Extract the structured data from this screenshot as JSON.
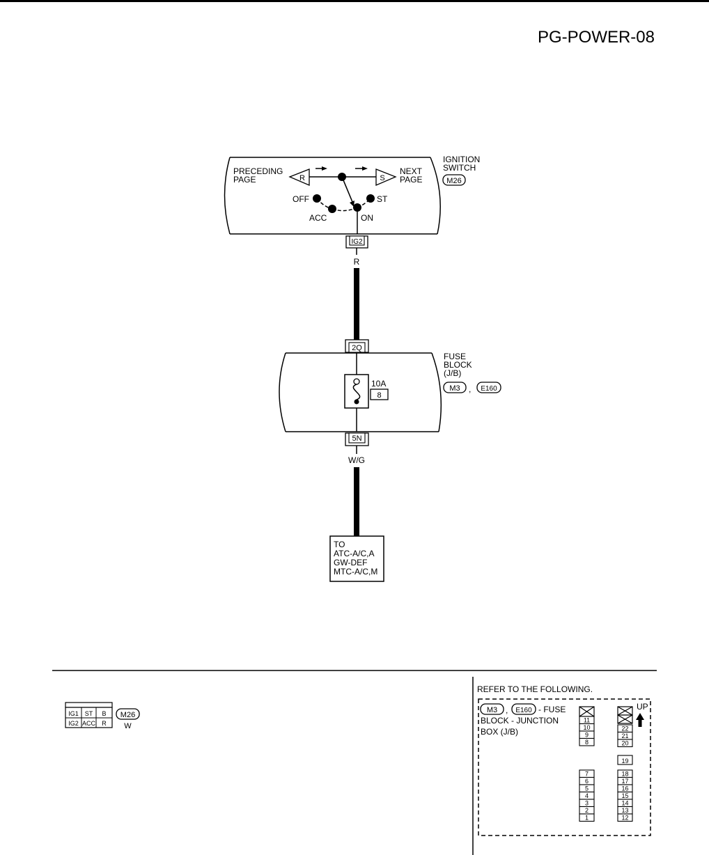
{
  "page_code": "PG-POWER-08",
  "ignition_switch": {
    "title_line1": "IGNITION",
    "title_line2": "SWITCH",
    "connector": "M26",
    "preceding_line1": "PRECEDING",
    "preceding_line2": "PAGE",
    "next_line1": "NEXT",
    "next_line2": "PAGE",
    "ref_left": "R",
    "ref_right": "S",
    "positions": {
      "off": "OFF",
      "acc": "ACC",
      "on": "ON",
      "st": "ST"
    },
    "terminal": "IG2"
  },
  "wire_top": {
    "color_code": "R"
  },
  "fuse_block": {
    "title_line1": "FUSE",
    "title_line2": "BLOCK",
    "title_line3": "(J/B)",
    "connector_a": "M3",
    "connector_b": "E160",
    "separator": ",",
    "terminal_in": "2Q",
    "terminal_out": "5N",
    "fuse_rating": "10A",
    "fuse_number": "8"
  },
  "wire_bottom": {
    "color_code": "W/G"
  },
  "destination": {
    "line1": "TO",
    "line2": "ATC-A/C,A",
    "line3": "GW-DEF",
    "line4": "MTC-A/C,M"
  },
  "connector_view": {
    "top_row": [
      "IG1",
      "ST",
      "B"
    ],
    "bottom_row": [
      "IG2",
      "ACC",
      "R"
    ],
    "connector": "M26",
    "color": "W"
  },
  "reference": {
    "heading": "REFER TO THE FOLLOWING.",
    "connector_a": "M3",
    "separator": ",",
    "connector_b": "E160",
    "desc_line1": "- FUSE",
    "desc_line2": "BLOCK - JUNCTION",
    "desc_line3": "BOX (J/B)",
    "up_label": "UP",
    "left_upper": [
      "11",
      "10",
      "9",
      "8"
    ],
    "left_lower": [
      "7",
      "6",
      "5",
      "4",
      "3",
      "2",
      "1"
    ],
    "right_upper": [
      "22",
      "21",
      "20"
    ],
    "right_single": [
      "19"
    ],
    "right_lower": [
      "18",
      "17",
      "16",
      "15",
      "14",
      "13",
      "12"
    ]
  }
}
